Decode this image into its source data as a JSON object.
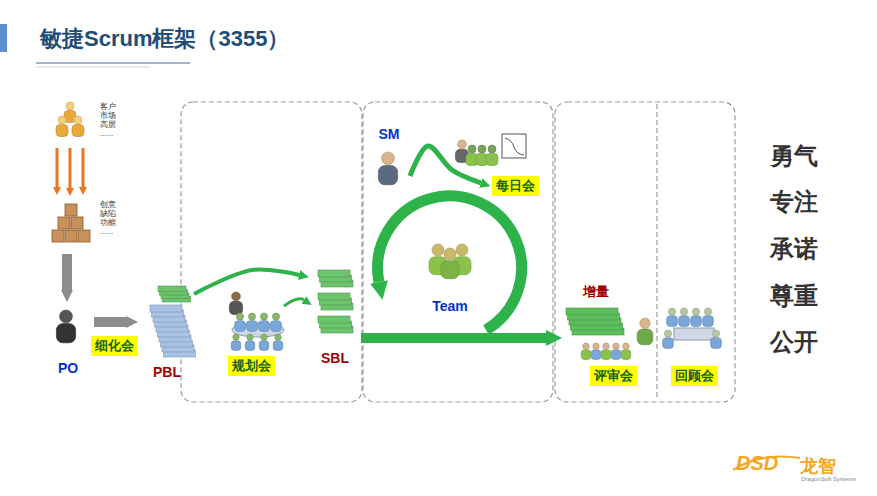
{
  "diagram": {
    "title": "敏捷Scrum框架（3355）",
    "nodes": [
      {
        "text": [
          "客户 市场 高层 ......"
        ]
      },
      {
        "text": [
          "创意 缺陷 功能 ......"
        ]
      },
      {
        "text": [
          "PO"
        ]
      },
      {
        "text": [
          "细化会"
        ]
      },
      {
        "text": [
          "PBL"
        ]
      },
      {
        "text": [
          "规划会"
        ]
      },
      {
        "text": [
          "SBL"
        ]
      },
      {
        "text": [
          "SM"
        ]
      },
      {
        "text": [
          "每日会"
        ]
      },
      {
        "text": [
          "Team"
        ]
      },
      {
        "text": [
          "增量"
        ]
      },
      {
        "text": [
          "评审会"
        ]
      },
      {
        "text": [
          "回顾会"
        ]
      }
    ],
    "edges": [
      {
        "from": 0,
        "to": 1,
        "arrow": "to"
      },
      {
        "from": 1,
        "to": 2,
        "arrow": "to"
      },
      {
        "from": 2,
        "to": 4,
        "arrow": "to"
      },
      {
        "from": 4,
        "to": 6,
        "arrow": "to"
      },
      {
        "from": 7,
        "to": 8,
        "arrow": "to"
      },
      {
        "from": 6,
        "to": 10,
        "arrow": "to"
      }
    ],
    "labels": [
      "勇气",
      "专注",
      "承诺",
      "尊重",
      "公开",
      "DSD",
      "龙智",
      "DragonSoft Systems"
    ]
  }
}
